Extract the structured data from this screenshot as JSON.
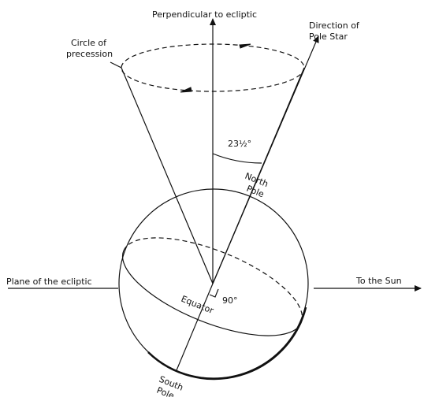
{
  "labels": {
    "perpendicular": "Perpendicular to ecliptic",
    "circle_of_precession_line1": "Circle of",
    "circle_of_precession_line2": "precession",
    "pole_star_line1": "Direction of",
    "pole_star_line2": "Pole Star",
    "tilt_angle": "23½°",
    "north_pole_line1": "North",
    "north_pole_line2": "Pole",
    "plane_of_ecliptic": "Plane of the ecliptic",
    "to_the_sun": "To the Sun",
    "equator": "Equator",
    "right_angle": "90°",
    "south_pole_line1": "South",
    "south_pole_line2": "Pole"
  }
}
